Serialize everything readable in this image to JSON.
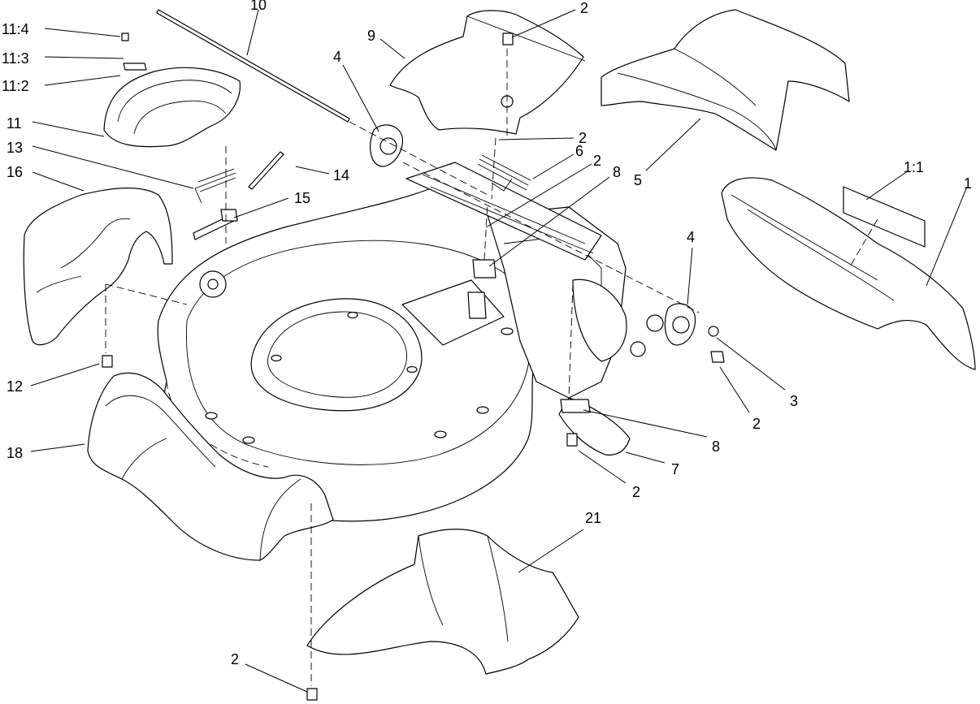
{
  "callouts": [
    {
      "id": "c1",
      "text": "11:4"
    },
    {
      "id": "c2",
      "text": "11:3"
    },
    {
      "id": "c3",
      "text": "11:2"
    },
    {
      "id": "c4",
      "text": "11"
    },
    {
      "id": "c5",
      "text": "13"
    },
    {
      "id": "c6",
      "text": "16"
    },
    {
      "id": "c7",
      "text": "10"
    },
    {
      "id": "c8",
      "text": "14"
    },
    {
      "id": "c9",
      "text": "15"
    },
    {
      "id": "c10",
      "text": "4"
    },
    {
      "id": "c11",
      "text": "9"
    },
    {
      "id": "c12",
      "text": "2"
    },
    {
      "id": "c13",
      "text": "2"
    },
    {
      "id": "c14",
      "text": "6"
    },
    {
      "id": "c15",
      "text": "2"
    },
    {
      "id": "c16",
      "text": "8"
    },
    {
      "id": "c17",
      "text": "5"
    },
    {
      "id": "c18",
      "text": "1:1"
    },
    {
      "id": "c19",
      "text": "1"
    },
    {
      "id": "c20",
      "text": "4"
    },
    {
      "id": "c21",
      "text": "3"
    },
    {
      "id": "c22",
      "text": "2"
    },
    {
      "id": "c23",
      "text": "8"
    },
    {
      "id": "c24",
      "text": "7"
    },
    {
      "id": "c25",
      "text": "2"
    },
    {
      "id": "c26",
      "text": "12"
    },
    {
      "id": "c27",
      "text": "18"
    },
    {
      "id": "c28",
      "text": "21"
    },
    {
      "id": "c29",
      "text": "2"
    }
  ]
}
